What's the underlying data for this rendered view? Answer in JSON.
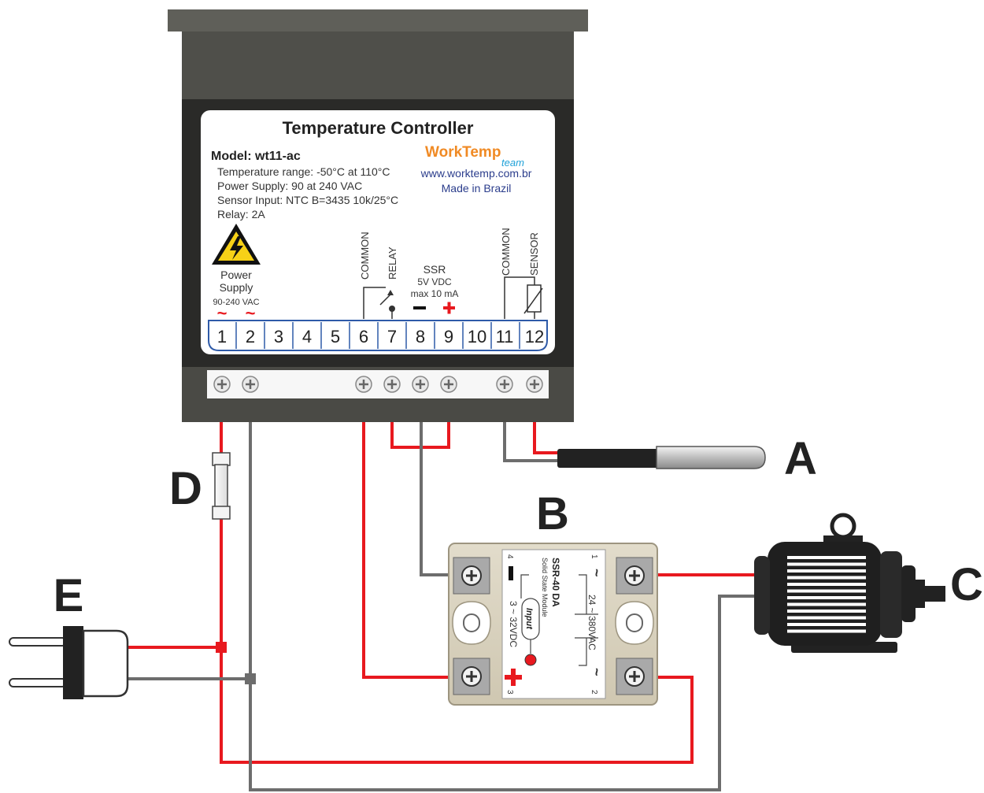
{
  "controller": {
    "title": "Temperature Controller",
    "model": "Model: wt11-ac",
    "specs": [
      "Temperature range: -50°C at 110°C",
      "Power Supply: 90 at 240 VAC",
      "Sensor Input: NTC B=3435 10k/25°C",
      "Relay: 2A"
    ],
    "brand": "WorkTemp",
    "brand_sub": "team",
    "website": "www.worktemp.com.br",
    "origin": "Made in Brazil",
    "power_label_1": "Power",
    "power_label_2": "Supply",
    "power_range": "90-240 VAC",
    "common_label": "COMMON",
    "relay_label": "RELAY",
    "ssr_label": "SSR",
    "ssr_voltage": "5V VDC",
    "ssr_current": "max 10 mA",
    "common2_label": "COMMON",
    "sensor_label": "SENSOR",
    "terminals": [
      "1",
      "2",
      "3",
      "4",
      "5",
      "6",
      "7",
      "8",
      "9",
      "10",
      "11",
      "12"
    ]
  },
  "ssr": {
    "name": "SSR-40 DA",
    "desc": "Solid State Module",
    "output_range": "24 ~ 380VAC",
    "input_range": "3 ~ 32VDC",
    "input_text": "Input",
    "pin1": "1",
    "pin2": "2",
    "pin3": "3",
    "pin4": "4"
  },
  "callouts": {
    "a": "A",
    "b": "B",
    "c": "C",
    "d": "D",
    "e": "E"
  },
  "colors": {
    "wire_red": "#e8191f",
    "wire_grey": "#6d6d6d",
    "housing": "#3d3d3a",
    "brand_orange": "#f08a24",
    "brand_blue": "#1fa1d8",
    "link_blue": "#2b3d8c",
    "warning_yellow": "#f7d117"
  }
}
